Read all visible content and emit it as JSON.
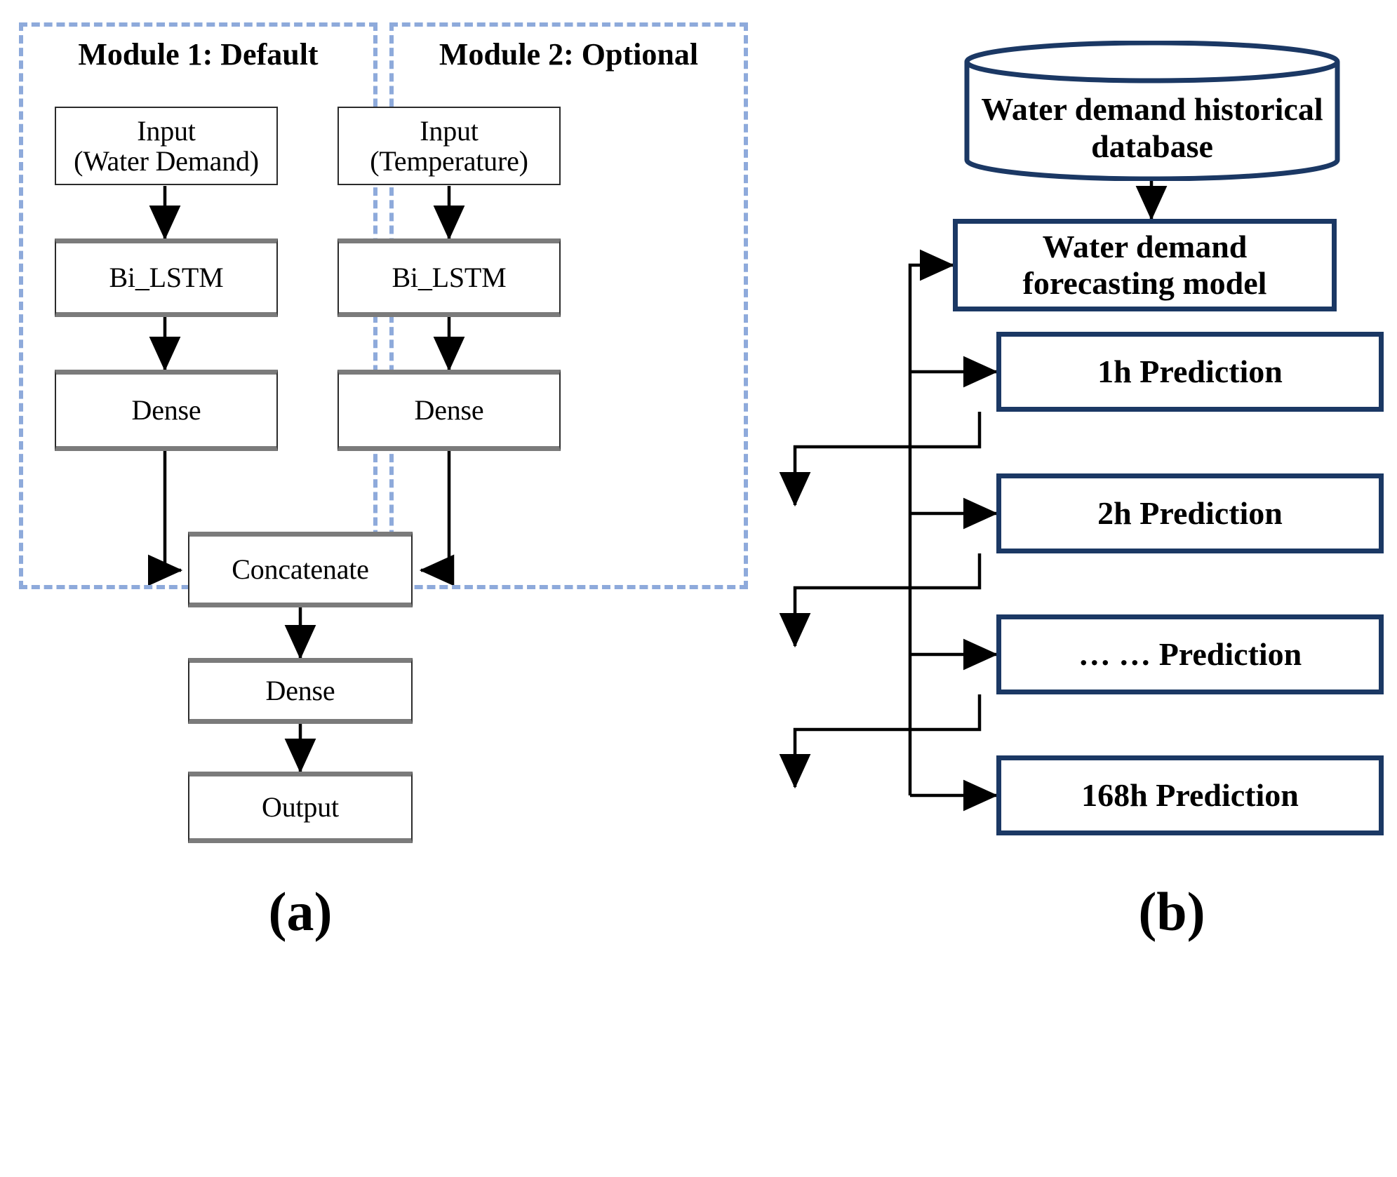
{
  "figure": {
    "panels": [
      {
        "id": "a",
        "caption": "(a)",
        "modules": [
          {
            "title": "Module 1: Default",
            "nodes": [
              {
                "name": "input",
                "line1": "Input",
                "line2": "(Water Demand)"
              },
              {
                "name": "bilstm",
                "line1": "Bi_LSTM",
                "line2": ""
              },
              {
                "name": "dense",
                "line1": "Dense",
                "line2": ""
              }
            ]
          },
          {
            "title": "Module 2: Optional",
            "nodes": [
              {
                "name": "input",
                "line1": "Input",
                "line2": "(Temperature)"
              },
              {
                "name": "bilstm",
                "line1": "Bi_LSTM",
                "line2": ""
              },
              {
                "name": "dense",
                "line1": "Dense",
                "line2": ""
              }
            ]
          }
        ],
        "merge_nodes": [
          {
            "name": "concatenate",
            "label": "Concatenate"
          },
          {
            "name": "dense",
            "label": "Dense"
          },
          {
            "name": "output",
            "label": "Output"
          }
        ]
      },
      {
        "id": "b",
        "caption": "(b)",
        "database": {
          "line1": "Water demand",
          "line2": "historical database"
        },
        "model": {
          "line1": "Water demand",
          "line2": "forecasting model"
        },
        "predictions": [
          {
            "label": "1h Prediction"
          },
          {
            "label": "2h Prediction"
          },
          {
            "label": "… … Prediction"
          },
          {
            "label": "168h Prediction"
          }
        ]
      }
    ]
  },
  "colors": {
    "module_dash": "#8eaadb",
    "node_border": "#2b2b2b",
    "node_shade": "#7b7b7b",
    "panel_b_border": "#1b3864",
    "arrow": "#000000",
    "background": "#ffffff"
  }
}
